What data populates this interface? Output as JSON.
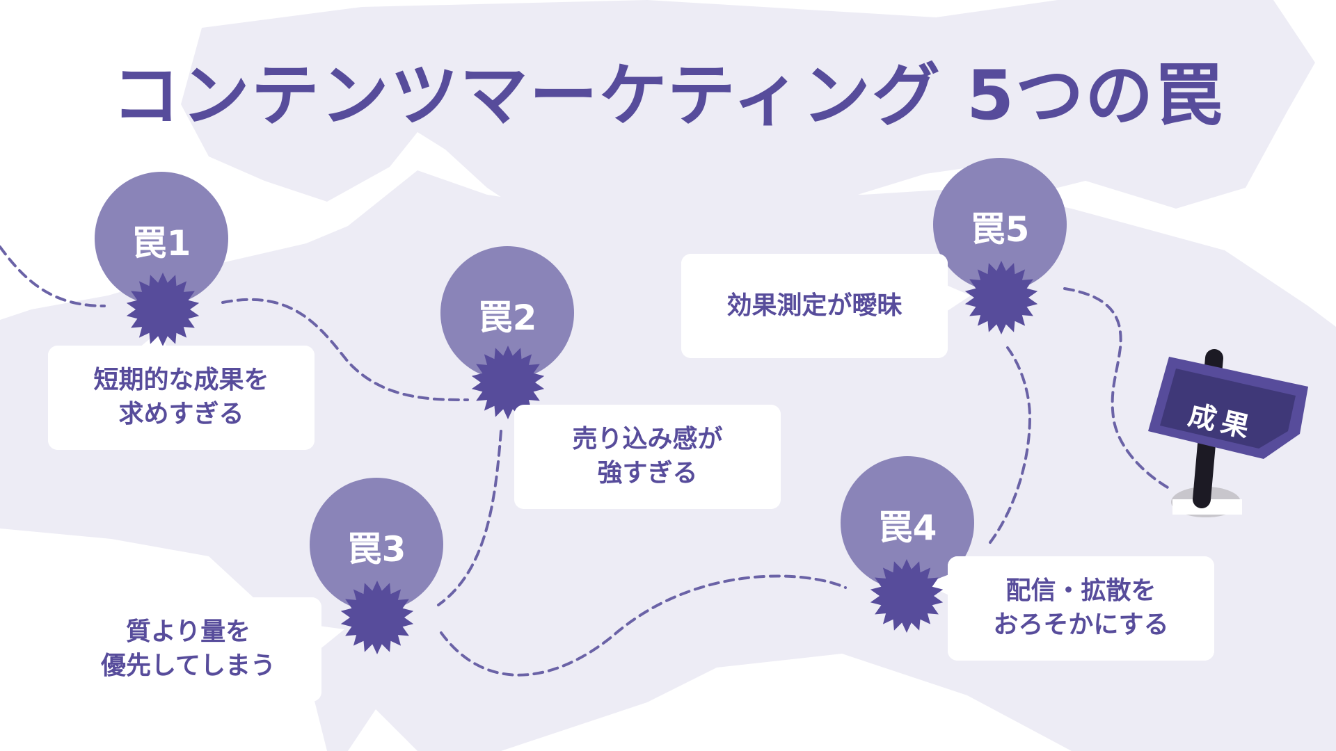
{
  "title": "コンテンツマーケティング 5つの罠",
  "traps": [
    {
      "label": "罠1",
      "lines": [
        "短期的な成果を",
        "求めすぎる"
      ]
    },
    {
      "label": "罠2",
      "lines": [
        "売り込み感が",
        "強すぎる"
      ]
    },
    {
      "label": "罠3",
      "lines": [
        "質より量を",
        "優先してしまう"
      ]
    },
    {
      "label": "罠4",
      "lines": [
        "配信・拡散を",
        "おろそかにする"
      ]
    },
    {
      "label": "罠5",
      "lines": [
        "効果測定が曖昧"
      ]
    }
  ],
  "goal": {
    "label": "成果"
  },
  "colors": {
    "title": "#574c9b",
    "circle": "#8a84b8",
    "burst": "#574c9b",
    "background_shape": "#edecf5",
    "dash": "#6a62a6",
    "sign_board": "#574c9b",
    "sign_inner": "#3f3878",
    "sign_post": "#1c1a24",
    "sign_base": "#c8c6cc"
  }
}
